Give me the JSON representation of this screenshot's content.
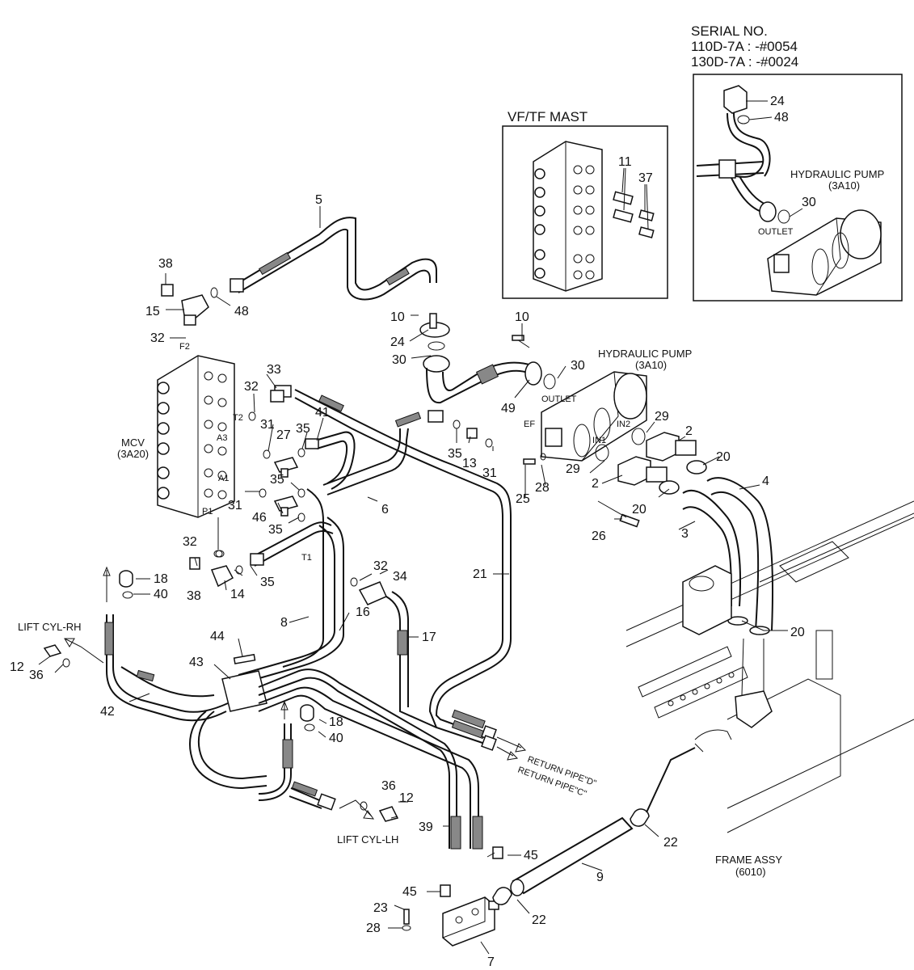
{
  "serial": {
    "heading": "SERIAL NO.",
    "line1": "110D-7A : -#0054",
    "line2": "130D-7A : -#0024"
  },
  "insets": {
    "mast_title": "VF/TF MAST",
    "pump_title": "HYDRAULIC PUMP",
    "pump_code": "(3A10)",
    "outlet": "OUTLET"
  },
  "components": {
    "mcv": "MCV",
    "mcv_code": "(3A20)",
    "pump": "HYDRAULIC PUMP",
    "pump_code": "(3A10)",
    "outlet": "OUTLET",
    "frame": "FRAME ASSY",
    "frame_code": "(6010)",
    "lift_rh": "LIFT CYL-RH",
    "lift_lh": "LIFT CYL-LH",
    "return_d": "RETURN PIPE\"D\"",
    "return_c": "RETURN PIPE\"C\"",
    "ports": [
      "F2",
      "T2",
      "A3",
      "A1",
      "P1",
      "T1",
      "EF",
      "IN1",
      "IN2"
    ]
  },
  "callouts": [
    "2",
    "3",
    "4",
    "5",
    "6",
    "7",
    "8",
    "9",
    "10",
    "11",
    "12",
    "13",
    "14",
    "15",
    "16",
    "17",
    "18",
    "20",
    "21",
    "22",
    "23",
    "24",
    "25",
    "26",
    "27",
    "28",
    "29",
    "30",
    "31",
    "32",
    "33",
    "34",
    "35",
    "36",
    "37",
    "38",
    "39",
    "40",
    "41",
    "42",
    "43",
    "44",
    "45",
    "46",
    "48",
    "49"
  ]
}
